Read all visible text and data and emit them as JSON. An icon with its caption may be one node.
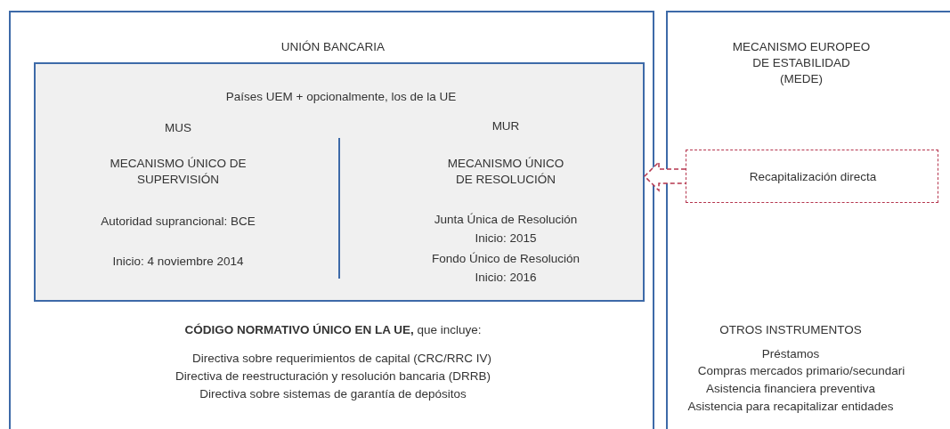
{
  "diagram": {
    "nodes": [
      {
        "text": [
          "UNIÓN BANCARIA",
          "**CÓDIGO NORMATIVO ÚNICO EN LA UE,** que incluye:",
          "Directiva sobre requerimientos de capital (CRC/RRC IV)",
          "Directiva de reestructuración y resolución bancaria (DRRB)",
          "Directiva sobre sistemas de garantía de depósitos"
        ]
      },
      {
        "text": [
          "Países UEM + opcionalmente, los de la UE",
          "MUS",
          "MECANISMO ÚNICO DE SUPERVISIÓN",
          "Autoridad suprancional: BCE",
          "Inicio: 4 noviembre 2014",
          "MUR",
          "MECANISMO ÚNICO DE RESOLUCIÓN",
          "Junta Única de Resolución",
          "Inicio: 2015",
          "Fondo Único de Resolución",
          "Inicio: 2016"
        ],
        "in": 0
      },
      {
        "text": [
          "MECANISMO EUROPEO DE ESTABILIDAD (MEDE)",
          "OTROS INSTRUMENTOS",
          "Préstamos",
          "Compras mercados primario/secundari",
          "Asistencia financiera preventiva",
          "Asistencia para recapitalizar entidades"
        ]
      },
      {
        "text": [
          "Recapitalización directa"
        ],
        "in": 2
      }
    ],
    "edges": [
      {
        "from": 3,
        "to": 1,
        "arrow": "to",
        "style": "dashed",
        "color": "#b5364e"
      }
    ]
  }
}
